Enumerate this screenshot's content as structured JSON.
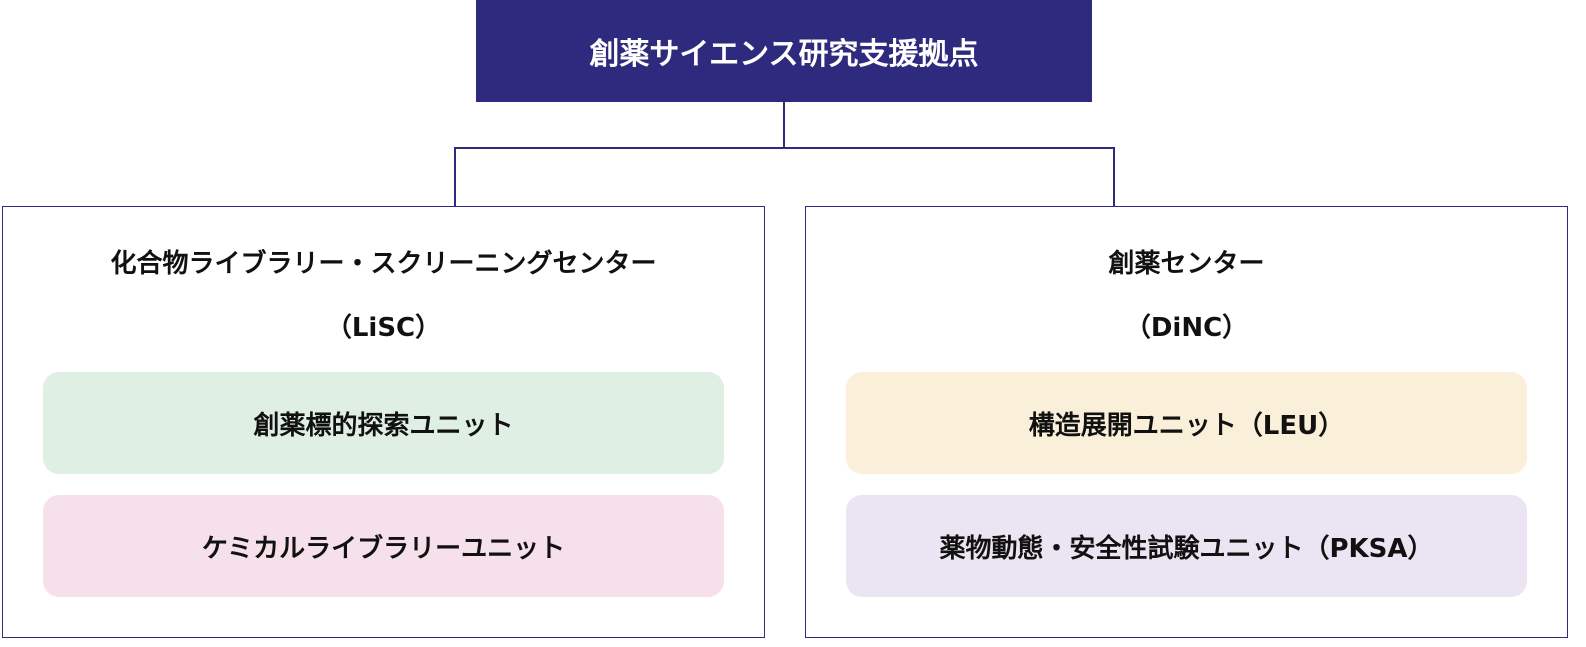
{
  "root": {
    "label": "創薬サイエンス研究支援拠点",
    "color": "#2e2a7d"
  },
  "centers": [
    {
      "name": "化合物ライブラリー・スクリーニングセンター",
      "abbr": "（LiSC）",
      "units": [
        {
          "label": "創薬標的探索ユニット",
          "color": "#e0efe3"
        },
        {
          "label": "ケミカルライブラリーユニット",
          "color": "#f6e1ea"
        }
      ]
    },
    {
      "name": "創薬センター",
      "abbr": "（DiNC）",
      "units": [
        {
          "label": "構造展開ユニット（LEU）",
          "color": "#faefd9"
        },
        {
          "label": "薬物動態・安全性試験ユニット（PKSA）",
          "color": "#ebe4f2"
        }
      ]
    }
  ]
}
